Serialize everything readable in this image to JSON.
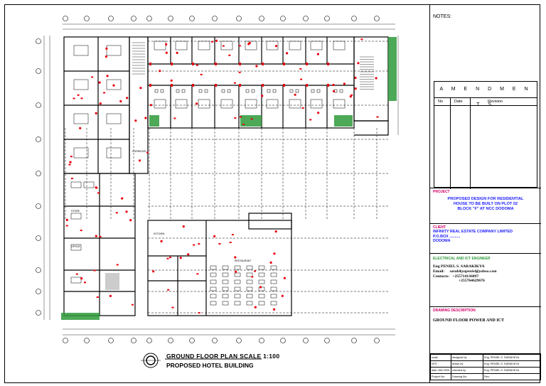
{
  "notes_label": "NOTES:",
  "amendments": {
    "title": "A M E N D M E N T S",
    "col_no": "No",
    "col_date": "Date",
    "col_revision": "Revision"
  },
  "project": {
    "label": "PROJECT",
    "line1": "PROPOSED DESIGN FOR RESIDENTIAL",
    "line2": "HOUSE TO BE BUILT ON PLOT 02",
    "line3": "BLOCK \"F\" AT NCC DODOMA"
  },
  "client": {
    "label": "CLIENT",
    "line1": "INFINITY REAL ESTATE COMPANY LIMITED",
    "line2": "P.O.BOX ..........",
    "line3": "DODOMA"
  },
  "engineer": {
    "label": "ELECTRICAL AND ICT ENGINEER",
    "name": "Eng PENIEL S. SARAKIKYA",
    "email_label": "Email:",
    "email": "sarakikyapeniel@yahoo.com",
    "contacts_label": "Contacts:",
    "phone1": "+255714136897",
    "phone2": "+255764629676"
  },
  "drawing_description": {
    "label": "DRAWING DESCRIPTION",
    "value": "GROUND FLOOR POWER AND ICT"
  },
  "info_grid": {
    "scale_label": "scale",
    "scale_value": "NTS",
    "date_label": "date",
    "date_value": "JAN 2020",
    "project_no_label": "Project No:",
    "drawing_no_label": "Drawing No:",
    "rev_label": "Rev:",
    "designed_by_label": "designed by",
    "drawn_by_label": "drawn by",
    "checked_by_label": "checked by",
    "designed_by": "Eng. PENIEL S. SARAKIKYA",
    "drawn_by": "Eng. PENIEL S. SARAKIKYA",
    "checked_by": "Eng. PENIEL S. SARAKIKYA"
  },
  "plan": {
    "title": "GROUND FLOOR PLAN SCALE 1:100",
    "subtitle": "PROPOSED HOTEL BUILDING",
    "labels": {
      "store": "STORE",
      "office": "OFFICE",
      "kitchen": "KITCHEN",
      "corridor": "CORRIDOR",
      "restaurant": "RESTAURANT"
    }
  },
  "colors": {
    "power": "#e8000b",
    "landscape": "#2e9a3a",
    "ink": "#000000",
    "blue_text": "#1a1aff",
    "label_magenta": "#d4006a"
  }
}
